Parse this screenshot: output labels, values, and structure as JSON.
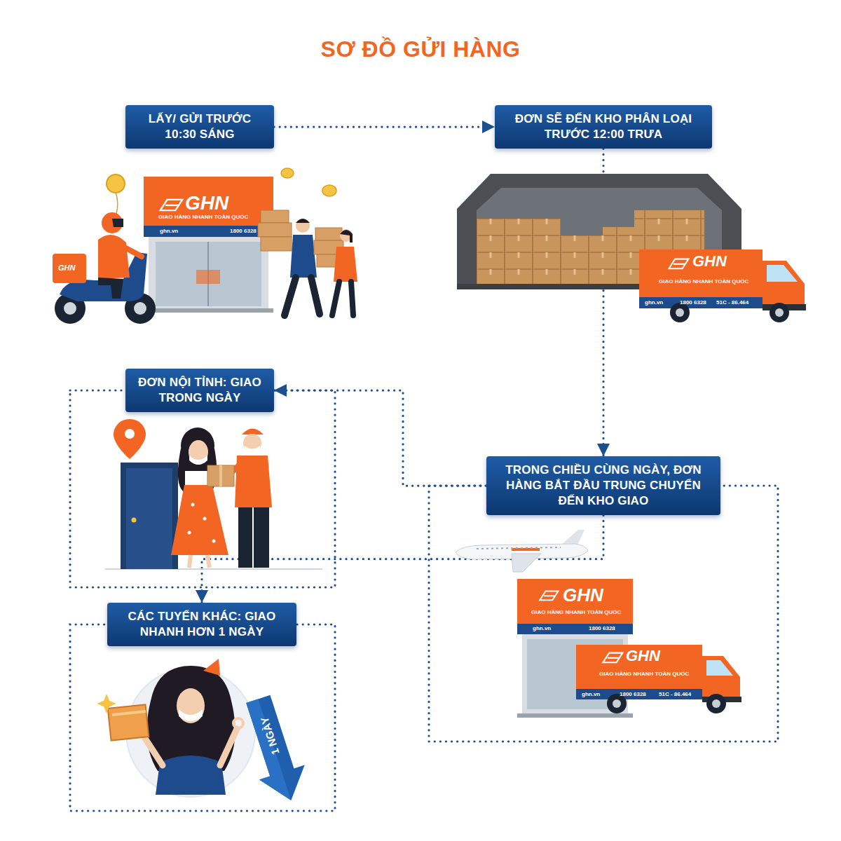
{
  "diagram": {
    "title": "SƠ ĐỒ GỬI HÀNG",
    "nodes": [
      {
        "text": [
          "LẤY/ GỬI TRƯỚC 10:30 SÁNG"
        ]
      },
      {
        "text": [
          "ĐƠN SẼ ĐẾN KHO PHÂN LOẠI TRƯỚC 12:00 TRƯA"
        ]
      },
      {
        "text": [
          "TRONG CHIỀU CÙNG NGÀY, ĐƠN HÀNG BẮT ĐẦU TRUNG CHUYỂN ĐẾN KHO GIAO"
        ]
      },
      {
        "text": [
          "ĐƠN NỘI TỈNH: GIAO TRONG NGÀY"
        ]
      },
      {
        "text": [
          "CÁC TUYẾN KHÁC: GIAO NHANH HƠN 1 NGÀY"
        ]
      }
    ],
    "edges": [
      {
        "from": 0,
        "to": 1,
        "arrow": "to"
      },
      {
        "from": 1,
        "to": 2,
        "arrow": "to"
      },
      {
        "from": 2,
        "to": 3,
        "arrow": "to"
      },
      {
        "from": 2,
        "to": 4,
        "arrow": "to"
      }
    ],
    "labels": [
      "GHN",
      "GIAO HÀNG NHANH TOÀN QUỐC",
      "ghn.vn",
      "1800 6328",
      "GHN",
      "GHN",
      "GIAO HÀNG NHANH TOÀN QUỐC",
      "ghn.vn",
      "1800 6328",
      "51C - 86.464",
      "GHN",
      "GIAO HÀNG NHANH TOÀN QUỐC",
      "ghn.vn",
      "1800 6328",
      "GHN",
      "GIAO HÀNG NHANH TOÀN QUỐC",
      "ghn.vn",
      "1800 6328",
      "51C - 86.464",
      "1 NGÀY"
    ]
  }
}
